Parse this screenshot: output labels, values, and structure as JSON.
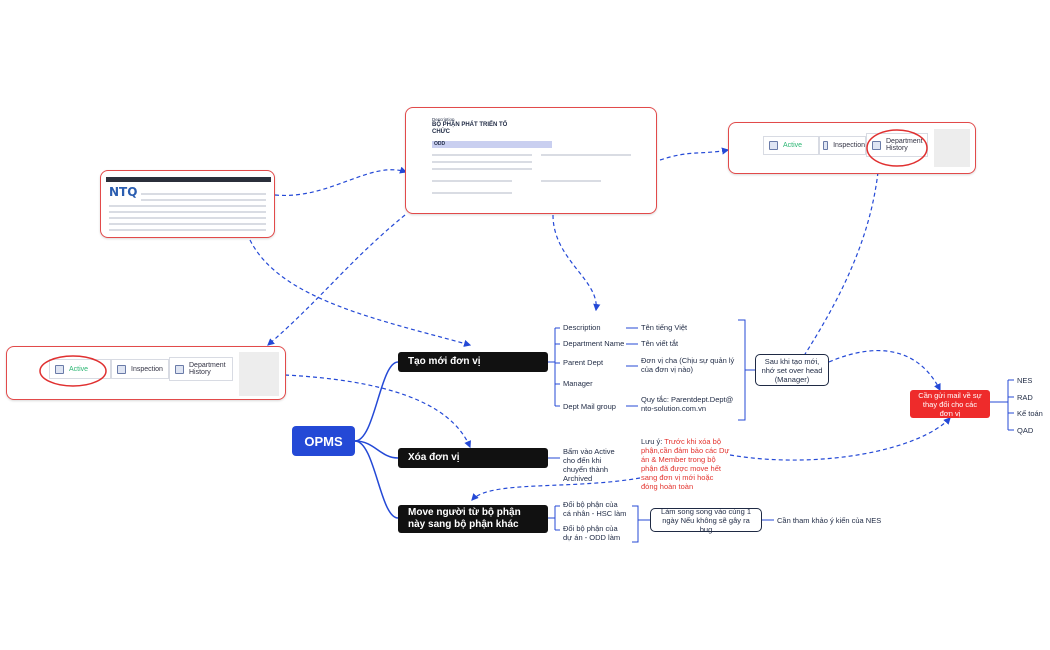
{
  "root": {
    "label": "OPMS"
  },
  "branches": {
    "create": "Tạo mới đơn vị",
    "delete": "Xóa đơn vị",
    "move": "Move người từ bộ phận này sang bộ phận khác"
  },
  "create_items": {
    "description": "Description",
    "description_note": "Tên tiếng Việt",
    "dept_name": "Department Name",
    "dept_name_note": "Tên viết tắt",
    "parent": "Parent Dept",
    "parent_note": "Đơn vị cha (Chịu sự quản lý của đơn vị nào)",
    "manager": "Manager",
    "mail": "Dept Mail group",
    "mail_note": "Quy tắc: Parentdept.Dept@nto-solution.com.vn"
  },
  "after_create": "Sau khi tạo mới, nhớ set over head (Manager)",
  "notify_box": "Cần gửi mail về sự thay đổi cho các đơn vị",
  "notify_targets": [
    "NES",
    "RAD",
    "Kế toán",
    "QAD"
  ],
  "delete_items": {
    "action": "Bấm vào Active cho đến khi chuyển thành Archived",
    "note_prefix": "Lưu ý: ",
    "note": "Trước khi xóa bộ phận,cần đảm bảo các Dự án & Member trong bộ phận đã được move hết sang đơn vị mới hoặc đóng hoàn toàn"
  },
  "move_items": {
    "personal": "Đổi bộ phận của cá nhân - HSC làm",
    "project": "Đổi bộ phận của dự án - ODD làm"
  },
  "parallel": "Làm song song vào cùng 1 ngày Nếu không sẽ gây ra bug",
  "nes_ref": "Cần tham khảo ý kiến của NES",
  "tabs": {
    "active": "Active",
    "inspection": "Inspection",
    "history_line1": "Department",
    "history_line2": "History"
  },
  "form_shot": {
    "label": "Description",
    "title_line1": "BỘ PHẬN PHÁT TRIỂN TỔ",
    "title_line2": "CHỨC",
    "code": "ODD"
  },
  "list_shot": {
    "logo": "NTQ"
  },
  "colors": {
    "root": "#2449d6",
    "branch": "#111111",
    "connector": "#2449d6",
    "highlight": "#e24a4a",
    "notify": "#ee2b2b",
    "note": "#e3342f"
  }
}
